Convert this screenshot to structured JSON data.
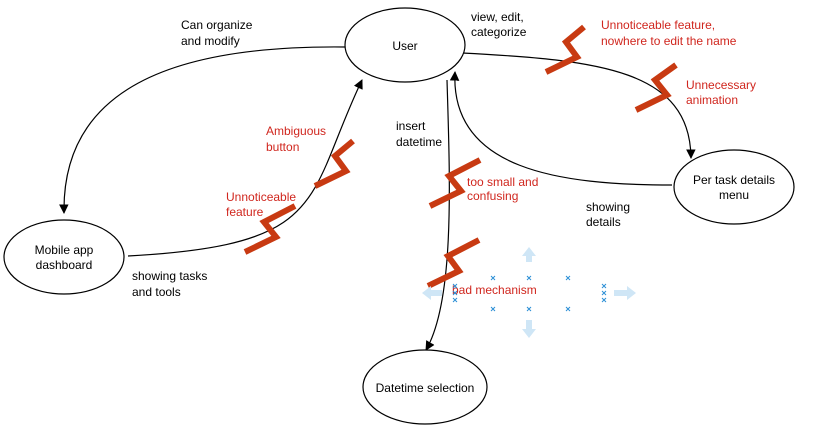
{
  "nodes": {
    "user": "User",
    "dashboard": [
      "Mobile app",
      "dashboard"
    ],
    "details_menu": [
      "Per task details",
      "menu"
    ],
    "datetime": "Datetime selection"
  },
  "edges": {
    "organize": [
      "Can organize",
      "and modify"
    ],
    "view_edit": [
      "view, edit,",
      "categorize"
    ],
    "showing_tasks": [
      "showing tasks",
      "and tools"
    ],
    "insert_datetime": [
      "insert",
      "datetime"
    ],
    "showing_details": [
      "showing",
      "details"
    ]
  },
  "issues": {
    "unnoticeable_name": [
      "Unnoticeable feature,",
      "nowhere to edit the name"
    ],
    "unnecessary_animation": [
      "Unnecessary",
      "animation"
    ],
    "ambiguous_button": [
      "Ambiguous",
      "button"
    ],
    "unnoticeable_feature": [
      "Unnoticeable",
      "feature"
    ],
    "too_small": [
      "too small and",
      "confusing"
    ],
    "bad_mechanism": "bad mechanism"
  },
  "colors": {
    "issue_text": "#d0261e",
    "zigzag": "#c83a12",
    "selection": "#2b8fd6"
  }
}
